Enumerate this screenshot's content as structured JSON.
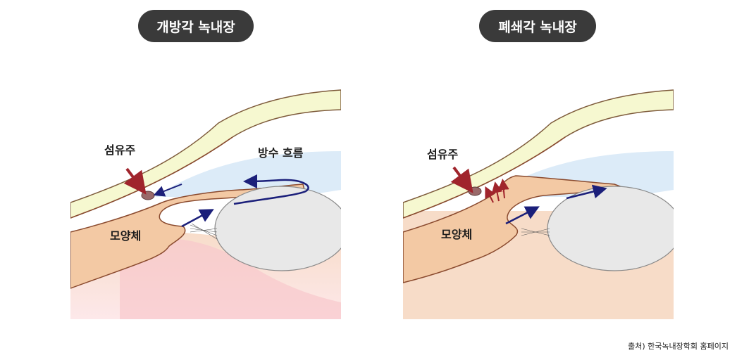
{
  "titles": {
    "open_angle": "개방각 녹내장",
    "closed_angle": "폐쇄각 녹내장"
  },
  "labels": {
    "trabecular": "섬유주",
    "ciliary_body": "모양체",
    "aqueous_flow": "방수 흐름"
  },
  "source": "출처) 한국녹내장학회 홈페이지",
  "colors": {
    "pill_bg": "#3a3a3a",
    "cornea": "#f6f8d0",
    "aqueous": "#dcebf8",
    "iris": "#f3c9a4",
    "tissue": "#f7dcc8",
    "choroid": "#f7c6c6",
    "lens": "#e8e8e8",
    "blue_arrow": "#1b1f7a",
    "red_arrow": "#a0242c",
    "outline": "#8a4a2e"
  }
}
